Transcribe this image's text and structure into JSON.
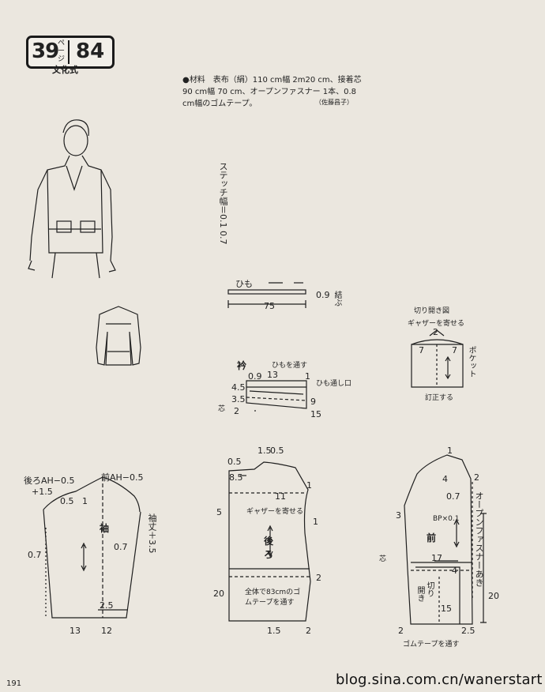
{
  "header": {
    "left_num": "39",
    "unit": "ページ",
    "right_num": "84",
    "style": "文化式"
  },
  "materials": "●材料　表布（絹）110 cm幅 2m20 cm、接着芯 90 cm幅 70 cm、オープンファスナー 1本、0.8 cm幅のゴムテープ。",
  "author": "（佐藤昌子）",
  "stitch": "ステッチ幅＝0.1 0.7",
  "cord": {
    "label": "ひも",
    "width": "0.9",
    "length": "75",
    "tie": "結ぶ"
  },
  "pocket_slash": {
    "title": "切り開き図",
    "subtitle": "ギャザーを寄せる",
    "pocket": "ポケット",
    "correct": "訂正する",
    "v2": "2",
    "v7a": "7",
    "v7b": "7"
  },
  "collar": {
    "title": "衿",
    "cord_through": "ひもを通す",
    "opening": "ひも通し口",
    "d09": "0.9",
    "d13": "13",
    "d45": "4.5",
    "d35": "3.5",
    "d2": "2",
    "d1": "1",
    "d9": "9",
    "d15": "15",
    "core": "芯"
  },
  "sleeve": {
    "back_ah": "後ろAH−0.5",
    "front_ah": "前AH−0.5",
    "plus15": "+1.5",
    "d05": "0.5",
    "d1": "1",
    "label": "袖",
    "length": "袖丈＋3.5",
    "d07a": "0.7",
    "d07b": "0.7",
    "d25": "2.5",
    "d13": "13",
    "d12": "12"
  },
  "back": {
    "d05a": "0.5",
    "d15": "1.5",
    "d05b": "0.5",
    "d85": "8.5",
    "d11": "11",
    "gather": "ギャザーを寄せる",
    "d5": "5",
    "d1a": "1",
    "d1b": "1",
    "label": "後ろ",
    "d2": "2",
    "d20": "20",
    "elastic": "全体で83cmのゴムテープを通す",
    "d15b": "1.5",
    "d2b": "2"
  },
  "front": {
    "d1": "1",
    "d4": "4",
    "d2": "2",
    "d07": "0.7",
    "zipper": "オープンファスナーあき",
    "d3": "3",
    "bp": "BP×0.1",
    "label": "前",
    "d17": "17",
    "d4b": "4",
    "opening": "開き",
    "cut": "切り",
    "d15": "15",
    "d20": "20",
    "d2b": "2",
    "d25": "2.5",
    "elastic": "ゴムテープを通す",
    "core": "芯"
  },
  "page_number": "191",
  "watermark": "blog.sina.com.cn/wanerstart"
}
